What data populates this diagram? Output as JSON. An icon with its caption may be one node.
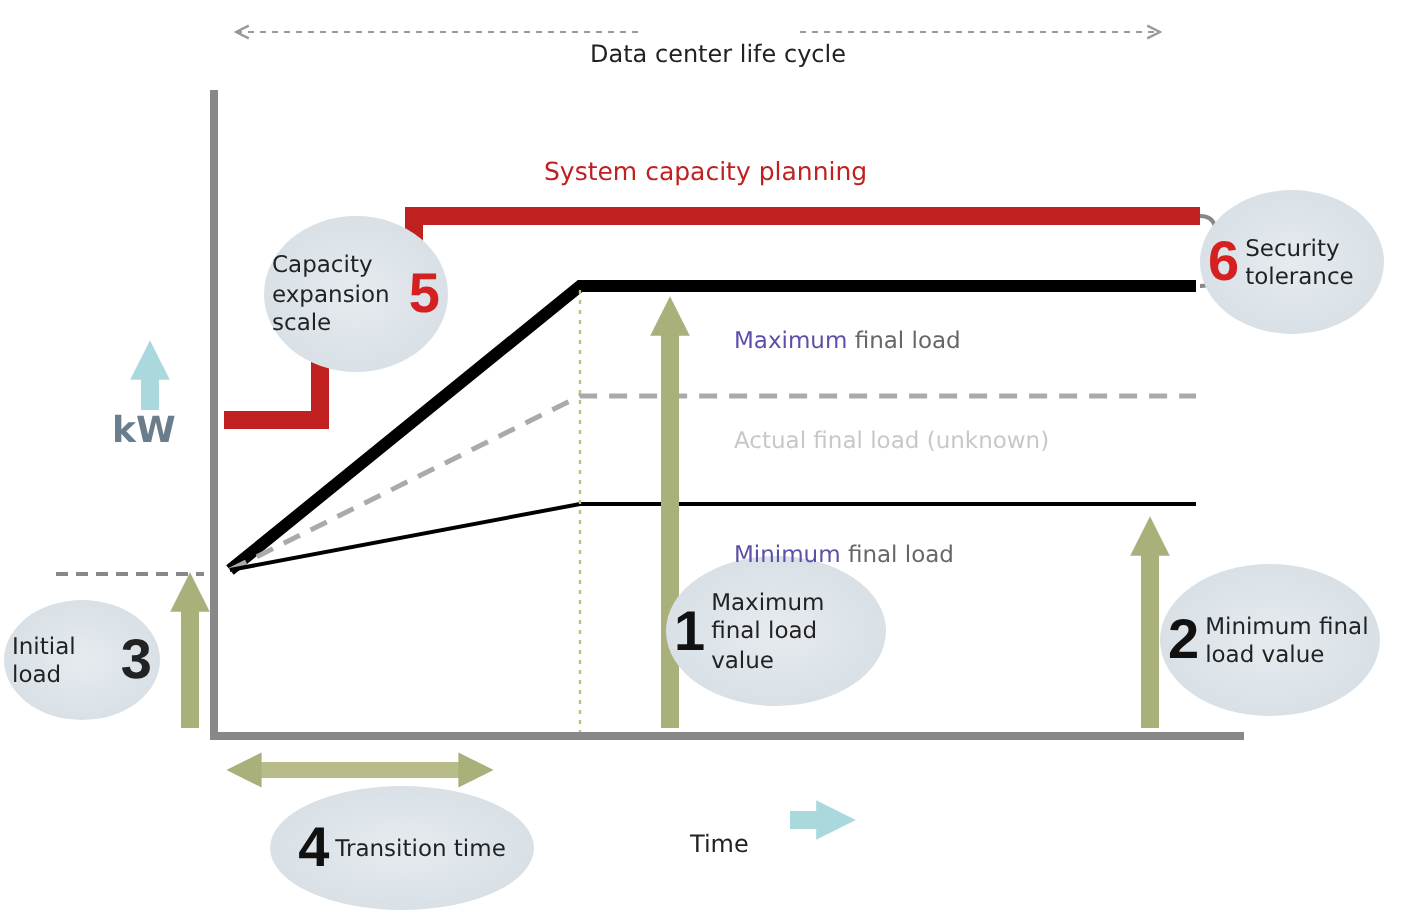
{
  "diagram": {
    "nodes": [
      {
        "text": [
          "Capacity expansion scale",
          "5"
        ]
      },
      {
        "text": [
          "6",
          "Security tolerance"
        ]
      },
      {
        "text": [
          "Initial load",
          "3"
        ]
      },
      {
        "text": [
          "1",
          "Maximum final load value"
        ]
      },
      {
        "text": [
          "2",
          "Minimum final load value"
        ]
      },
      {
        "text": [
          "4",
          "Transition time"
        ]
      }
    ],
    "edges": [],
    "labels": [
      "Data center life cycle",
      "System capacity planning",
      "kW",
      "Maximum final load",
      "Actual final load (unknown)",
      "Minimum final load",
      "Time"
    ]
  }
}
